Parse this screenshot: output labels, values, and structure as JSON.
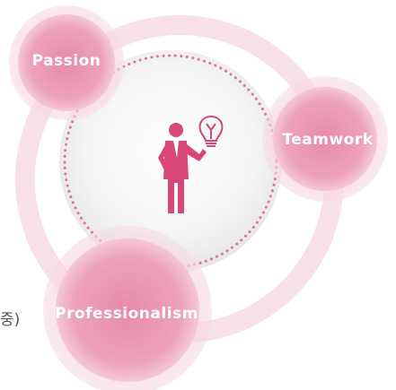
{
  "values": {
    "passion": "Passion",
    "teamwork": "Teamwork",
    "professionalism": "Professionalism"
  },
  "side_text": "중)",
  "colors": {
    "bubble_outer": "#f4c6d6",
    "bubble_inner": "#e88aab",
    "ring": "#f6d8e3",
    "dots": "#e56f9a",
    "center_disc": "#f3f3f3",
    "figure": "#d9477a"
  },
  "icons": [
    "person-icon",
    "lightbulb-icon"
  ]
}
